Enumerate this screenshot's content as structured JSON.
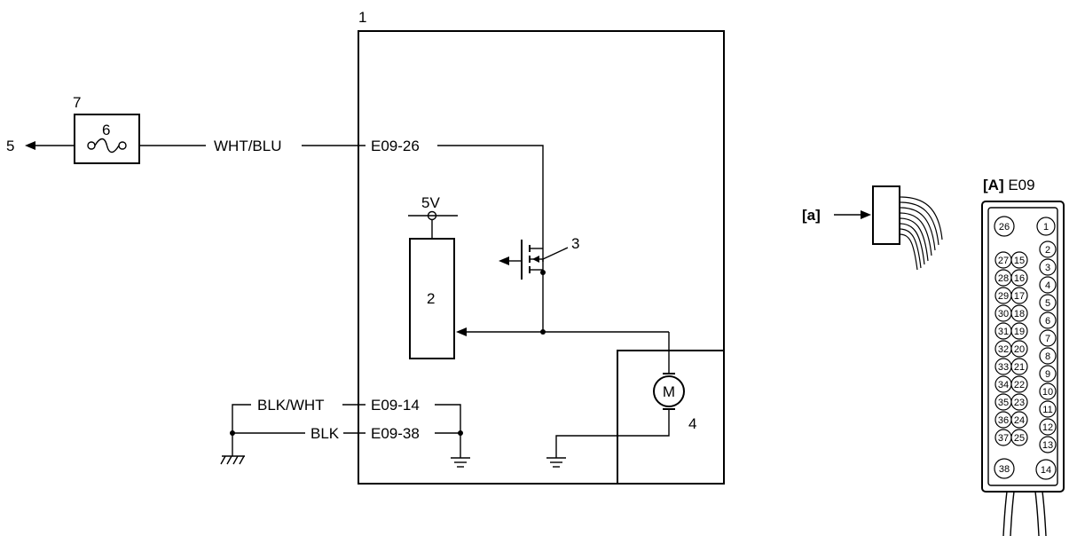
{
  "callouts": {
    "ecm": "1",
    "sensor": "2",
    "transistor": "3",
    "motor": "4",
    "to_source": "5",
    "fuse": "6",
    "fuse_box": "7"
  },
  "wires": {
    "supply": "WHT/BLU",
    "ground1": "BLK/WHT",
    "ground2": "BLK"
  },
  "terminals": {
    "supply": "E09-26",
    "ground1": "E09-14",
    "ground2": "E09-38"
  },
  "sensor_supply": "5V",
  "motor_symbol": "M",
  "connector_view": {
    "arrow_label": "[a]",
    "title_bracket": "[A]",
    "title_code": "E09",
    "pins_right_col": [
      "1",
      "2",
      "3",
      "4",
      "5",
      "6",
      "7",
      "8",
      "9",
      "10",
      "11",
      "12",
      "13",
      "14"
    ],
    "pins_mid_col": [
      "15",
      "16",
      "17",
      "18",
      "19",
      "20",
      "21",
      "22",
      "23",
      "24",
      "25"
    ],
    "pins_left_col": [
      "27",
      "28",
      "29",
      "30",
      "31",
      "32",
      "33",
      "34",
      "35",
      "36",
      "37"
    ],
    "pin_top_left": "26",
    "pin_bottom_left": "38"
  }
}
